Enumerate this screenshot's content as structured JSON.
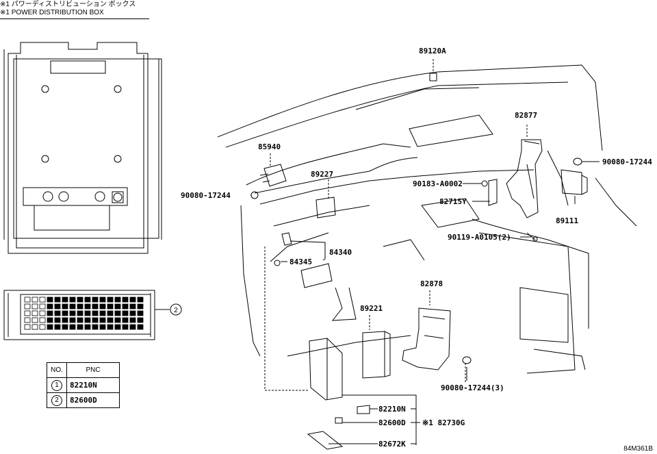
{
  "header": {
    "note_jp": "※1 パワーディストリビューション ボックス",
    "note_en": "※1 POWER DISTRIBUTION BOX"
  },
  "callout_marker": "2",
  "pnc_table": {
    "col_no": "NO.",
    "col_pnc": "PNC",
    "rows": [
      {
        "no": "1",
        "pnc": "82210N"
      },
      {
        "no": "2",
        "pnc": "82600D"
      }
    ]
  },
  "parts": {
    "p89120A": "89120A",
    "p82877": "82877",
    "p85940": "85940",
    "p89227": "89227",
    "p90080_left": "90080-17244",
    "p90080_right": "90080-17244",
    "p90183": "90183-A0002",
    "p82715Y": "82715Y",
    "p89111": "89111",
    "p90119": "90119-A0105(2)",
    "p84340": "84340",
    "p84345": "84345",
    "p82878": "82878",
    "p89221": "89221",
    "p90080_bottom": "90080-17244(3)",
    "p82210N": "82210N",
    "p82600D": "82600D",
    "p82672K": "82672K",
    "p82730G": "※1 82730G"
  },
  "drawing_code": "84M361B"
}
